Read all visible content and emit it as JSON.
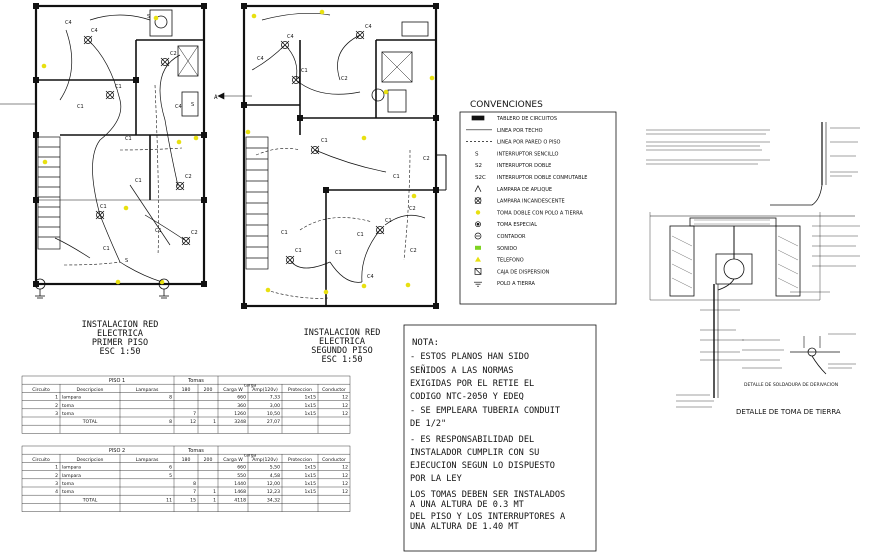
{
  "plan1": {
    "title_lines": [
      "INSTALACION RED",
      "ELECTRICA",
      "PRIMER PISO",
      "ESC 1:50"
    ],
    "circuit_tags": [
      "C4",
      "C4",
      "C1",
      "C1",
      "C2",
      "C1",
      "C2",
      "C1",
      "C1",
      "C2",
      "C4",
      "C1",
      "C1",
      "S",
      "S",
      "S"
    ]
  },
  "plan2": {
    "title_lines": [
      "INSTALACION RED",
      "ELECTRICA",
      "SEGUNDO PISO",
      "ESC 1:50"
    ],
    "circuit_tags": [
      "C4",
      "C4",
      "C1",
      "C4",
      "C2",
      "C1",
      "C1",
      "C1",
      "C1",
      "C2",
      "C2",
      "C4",
      "C1",
      "C1",
      "C1",
      "C2"
    ],
    "acometida_label": "A"
  },
  "legend": {
    "heading": "CONVENCIONES",
    "items": [
      {
        "symbol": "panel",
        "label": "TABLERO DE CIRCUITOS"
      },
      {
        "symbol": "line-solid",
        "label": "LINEA POR TECHO"
      },
      {
        "symbol": "line-dashed",
        "label": "LINEA POR PARED O PISO"
      },
      {
        "symbol": "S",
        "label": "INTERRUPTOR SENCILLO"
      },
      {
        "symbol": "S2",
        "label": "INTERRUPTOR DOBLE"
      },
      {
        "symbol": "S2C",
        "label": "INTERRUPTOR DOBLE CONMUTABLE"
      },
      {
        "symbol": "lamp-wall",
        "label": "LAMPARA DE APLIQUE"
      },
      {
        "symbol": "lamp",
        "label": "LAMPARA INCANDESCENTE"
      },
      {
        "symbol": "outlet",
        "label": "TOMA DOBLE CON POLO A TIERRA"
      },
      {
        "symbol": "outlet-special",
        "label": "TOMA ESPECIAL"
      },
      {
        "symbol": "counter",
        "label": "CONTADOR"
      },
      {
        "symbol": "sounder",
        "label": "SONIDO"
      },
      {
        "symbol": "phone",
        "label": "TELEFONO"
      },
      {
        "symbol": "box",
        "label": "CAJA DE DISPERSION"
      },
      {
        "symbol": "ground",
        "label": "POLO A TIERRA"
      }
    ]
  },
  "note": {
    "heading": "NOTA:",
    "lines": [
      "- ESTOS PLANOS HAN SIDO",
      "  SEÑIDOS A LAS NORMAS",
      "  EXIGIDAS POR EL RETIE EL",
      "  CODIGO NTC-2050 Y   EDEQ",
      "- SE EMPLEARA TUBERIA CONDUIT",
      "  DE 1/2\"",
      "- ES RESPONSABILIDAD DEL",
      "INSTALADOR CUMPLIR CON SU",
      "EJECUCION SEGUN LO DISPUESTO",
      "  POR LA LEY",
      "LOS TOMAS DEBEN SER INSTALADOS",
      "A UNA ALTURA DE 0.3 MT",
      "DEL PISO Y LOS INTERRUPTORES A",
      "UNA ALTURA DE 1.40 MT"
    ]
  },
  "detail": {
    "caption": "DETALLE DE TOMA DE TIERRA",
    "sub_caption": "DETALLE DE SOLDADURA DE DERIVACION"
  },
  "tables": [
    {
      "caption": "PISO 1",
      "group_header": "Tomas",
      "carga_header": "carga",
      "columns": [
        "Circuito",
        "Descripcion",
        "Lamparas",
        "180",
        "200",
        "Carga W",
        "Amp(120v)",
        "Proteccion",
        "Conductor"
      ],
      "rows": [
        [
          "1",
          "lampara",
          "8",
          "",
          "",
          "660",
          "7,33",
          "1x15",
          "12"
        ],
        [
          "2",
          "toma",
          "",
          "",
          "",
          "360",
          "3,00",
          "1x15",
          "12"
        ],
        [
          "3",
          "toma",
          "",
          "7",
          "",
          "1260",
          "10,50",
          "1x15",
          "12"
        ]
      ],
      "total": [
        "TOTAL",
        "8",
        "12",
        "1",
        "3248",
        "27,07"
      ]
    },
    {
      "caption": "PISO 2",
      "group_header": "Tomas",
      "carga_header": "carga",
      "columns": [
        "Circuito",
        "Descripcion",
        "Lamparas",
        "180",
        "200",
        "Carga W",
        "Amp(120v)",
        "Proteccion",
        "Conductor"
      ],
      "rows": [
        [
          "1",
          "lampara",
          "6",
          "",
          "",
          "660",
          "5,50",
          "1x15",
          "12"
        ],
        [
          "2",
          "lampara",
          "5",
          "",
          "",
          "550",
          "4,58",
          "1x15",
          "12"
        ],
        [
          "3",
          "toma",
          "",
          "8",
          "",
          "1440",
          "12,00",
          "1x15",
          "12"
        ],
        [
          "4",
          "toma",
          "",
          "7",
          "1",
          "1468",
          "12,23",
          "1x15",
          "12"
        ]
      ],
      "total": [
        "TOTAL",
        "11",
        "15",
        "1",
        "4118",
        "34,32"
      ]
    }
  ]
}
